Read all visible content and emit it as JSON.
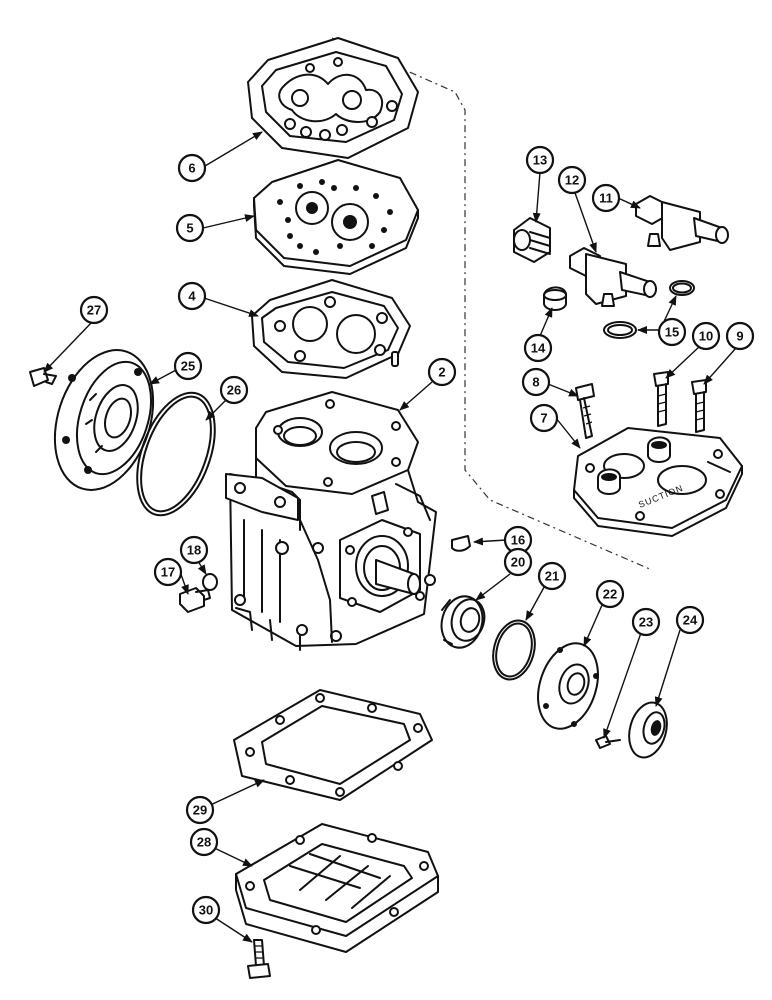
{
  "callouts": {
    "c2": "2",
    "c4": "4",
    "c5": "5",
    "c6": "6",
    "c7": "7",
    "c8": "8",
    "c9": "9",
    "c10": "10",
    "c11": "11",
    "c12": "12",
    "c13": "13",
    "c14": "14",
    "c15": "15",
    "c16": "16",
    "c17": "17",
    "c18": "18",
    "c20": "20",
    "c21": "21",
    "c22": "22",
    "c23": "23",
    "c24": "24",
    "c25": "25",
    "c26": "26",
    "c27": "27",
    "c28": "28",
    "c29": "29",
    "c30": "30"
  },
  "head_label": "SUCTION"
}
